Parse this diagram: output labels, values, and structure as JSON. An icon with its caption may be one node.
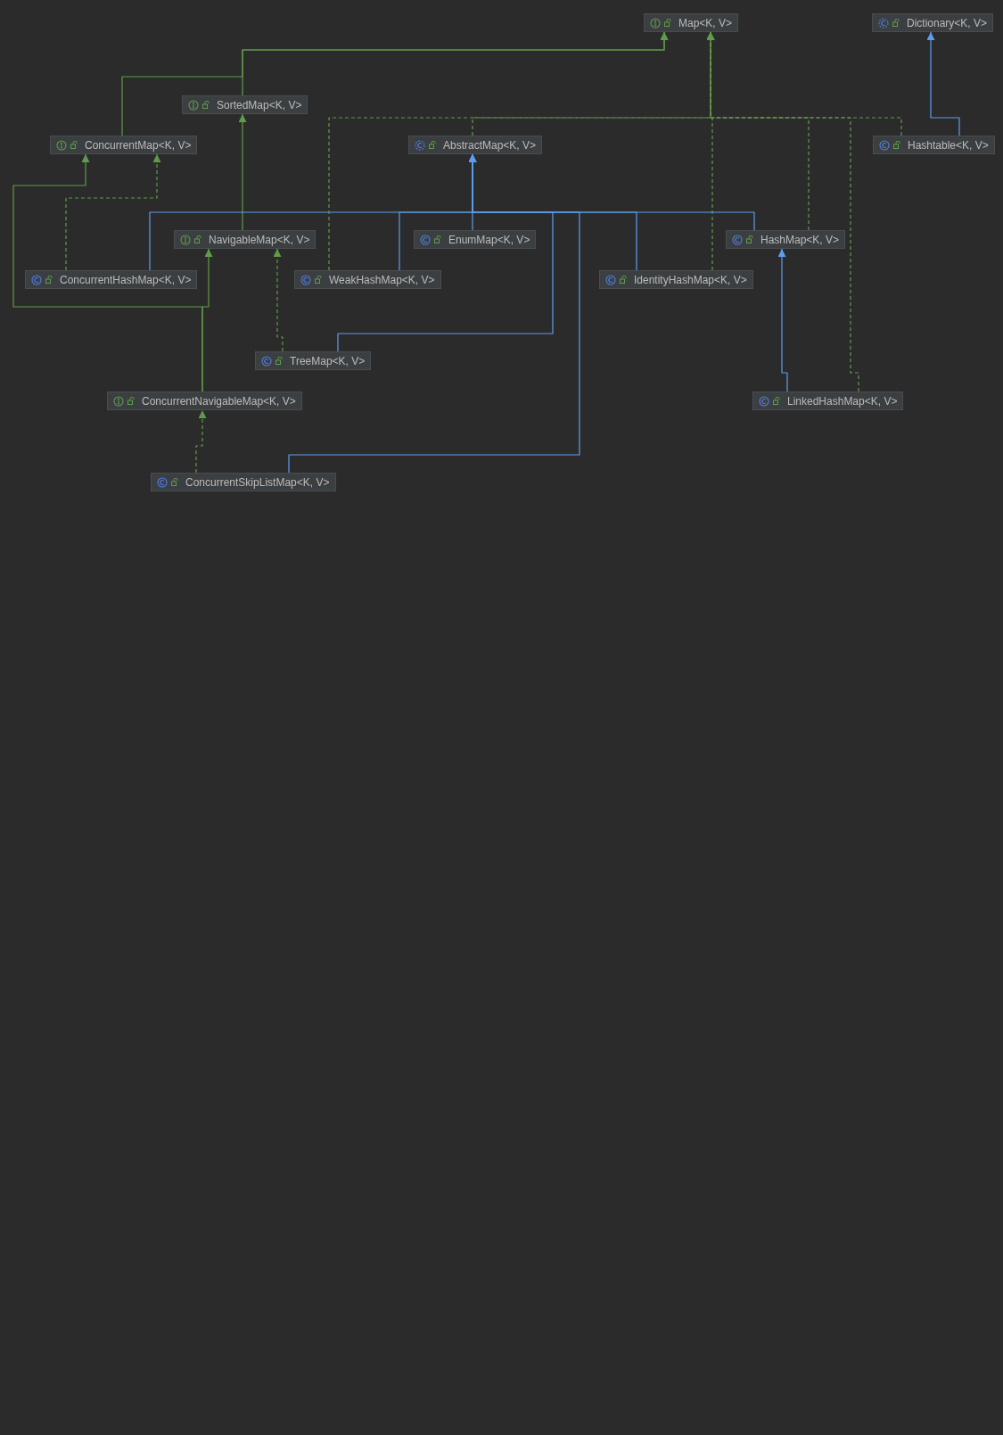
{
  "diagram": {
    "nodes": [
      {
        "text": [
          "Map<K, V>"
        ]
      },
      {
        "text": [
          "Dictionary<K, V>"
        ]
      },
      {
        "text": [
          "SortedMap<K, V>"
        ]
      },
      {
        "text": [
          "ConcurrentMap<K, V>"
        ]
      },
      {
        "text": [
          "AbstractMap<K, V>"
        ]
      },
      {
        "text": [
          "Hashtable<K, V>"
        ]
      },
      {
        "text": [
          "NavigableMap<K, V>"
        ]
      },
      {
        "text": [
          "EnumMap<K, V>"
        ]
      },
      {
        "text": [
          "HashMap<K, V>"
        ]
      },
      {
        "text": [
          "ConcurrentHashMap<K, V>"
        ]
      },
      {
        "text": [
          "WeakHashMap<K, V>"
        ]
      },
      {
        "text": [
          "IdentityHashMap<K, V>"
        ]
      },
      {
        "text": [
          "TreeMap<K, V>"
        ]
      },
      {
        "text": [
          "ConcurrentNavigableMap<K, V>"
        ]
      },
      {
        "text": [
          "LinkedHashMap<K, V>"
        ]
      },
      {
        "text": [
          "ConcurrentSkipListMap<K, V>"
        ]
      }
    ],
    "edges": [
      {
        "from": 3,
        "to": 0,
        "arrow": "to"
      },
      {
        "from": 2,
        "to": 0,
        "arrow": "to"
      },
      {
        "from": 6,
        "to": 2,
        "arrow": "to"
      },
      {
        "from": 13,
        "to": 6,
        "arrow": "to"
      },
      {
        "from": 13,
        "to": 3,
        "arrow": "to"
      },
      {
        "from": 15,
        "to": 13,
        "arrow": "to",
        "style": "dashed"
      },
      {
        "from": 15,
        "to": 4,
        "arrow": "to",
        "color": "#5c9ded"
      },
      {
        "from": 9,
        "to": 3,
        "arrow": "to",
        "style": "dashed"
      },
      {
        "from": 9,
        "to": 4,
        "arrow": "to",
        "color": "#5c9ded"
      },
      {
        "from": 12,
        "to": 6,
        "arrow": "to",
        "style": "dashed"
      },
      {
        "from": 12,
        "to": 4,
        "arrow": "to",
        "color": "#5c9ded"
      },
      {
        "from": 10,
        "to": 0,
        "arrow": "to",
        "style": "dashed"
      },
      {
        "from": 10,
        "to": 4,
        "arrow": "to",
        "color": "#5c9ded"
      },
      {
        "from": 7,
        "to": 4,
        "arrow": "to",
        "color": "#5c9ded"
      },
      {
        "from": 11,
        "to": 4,
        "arrow": "to",
        "color": "#5c9ded"
      },
      {
        "from": 11,
        "to": 0,
        "arrow": "to",
        "style": "dashed"
      },
      {
        "from": 8,
        "to": 4,
        "arrow": "to",
        "color": "#5c9ded"
      },
      {
        "from": 8,
        "to": 0,
        "arrow": "to",
        "style": "dashed"
      },
      {
        "from": 4,
        "to": 0,
        "arrow": "to",
        "style": "dashed"
      },
      {
        "from": 5,
        "to": 0,
        "arrow": "to",
        "style": "dashed"
      },
      {
        "from": 5,
        "to": 1,
        "arrow": "to",
        "color": "#5c9ded"
      },
      {
        "from": 14,
        "to": 8,
        "arrow": "to",
        "color": "#5c9ded"
      },
      {
        "from": 14,
        "to": 0,
        "arrow": "to",
        "style": "dashed"
      }
    ]
  }
}
